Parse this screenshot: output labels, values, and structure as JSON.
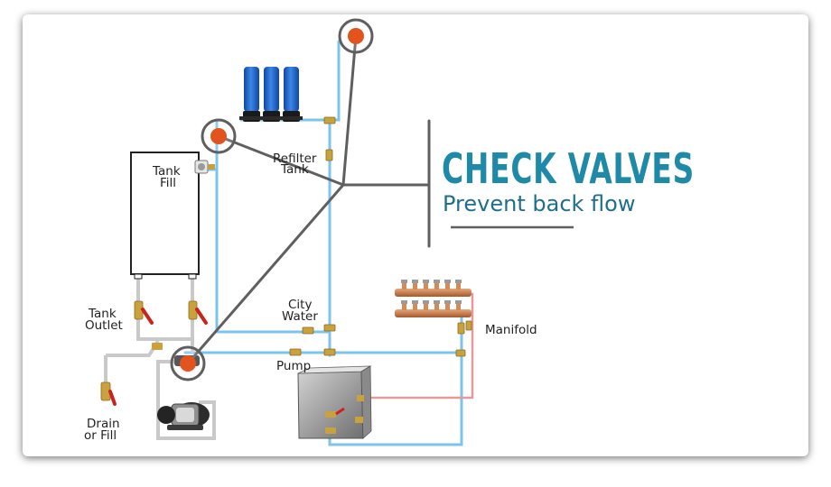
{
  "title": "CHECK VALVES",
  "subtitle": "Prevent back flow",
  "labels": {
    "tank_fill_1": "Tank",
    "tank_fill_2": "Fill",
    "refilter_1": "Refilter",
    "refilter_2": "Tank",
    "tank_outlet_1": "Tank",
    "tank_outlet_2": "Outlet",
    "city_water_1": "City",
    "city_water_2": "Water",
    "manifold": "Manifold",
    "pump": "Pump",
    "drain_1": "Drain",
    "drain_2": "or Fill"
  },
  "colors": {
    "cold_pipe": "#7cc4ea",
    "hot_pipe": "#e59a9a",
    "gray_pipe": "#c9c9c9",
    "valve_dot": "#e2531e",
    "pointer": "#5f5f5f",
    "filter_blue": "#1e63c4",
    "title": "#1f8aa8",
    "subtitle": "#1f6f8c",
    "copper": "#c4733f",
    "brass": "#c9a13d",
    "red_handle": "#c9241c"
  }
}
